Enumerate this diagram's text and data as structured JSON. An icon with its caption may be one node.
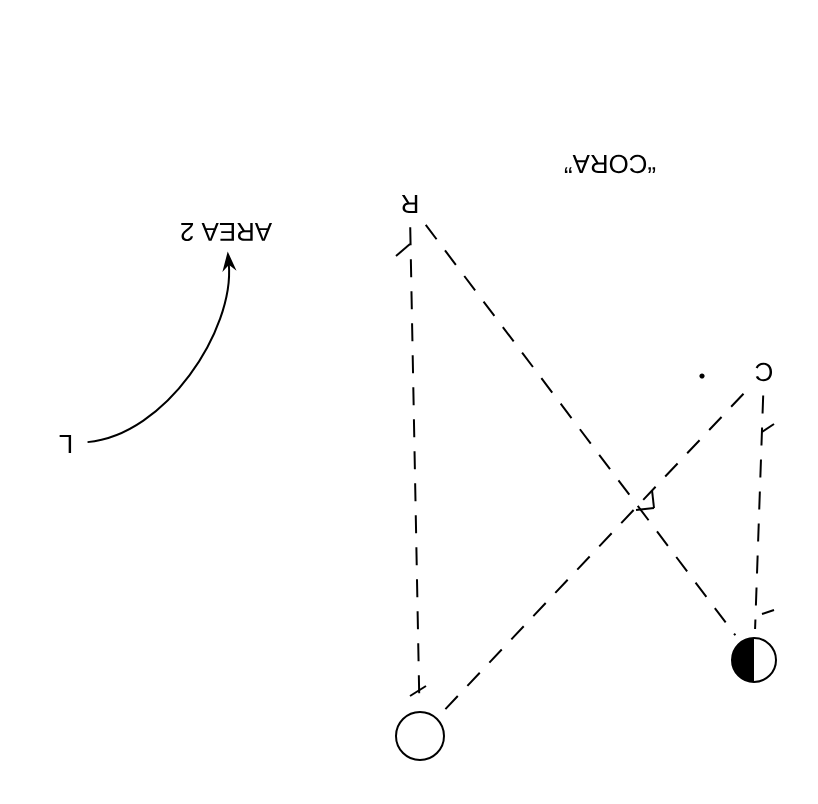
{
  "diagram": {
    "nodes": [
      {
        "text": [
          "R"
        ]
      },
      {
        "text": [
          "C"
        ]
      },
      {
        "text": [],
        "shape": "circle"
      },
      {
        "text": [],
        "shape": "circle"
      },
      {
        "text": [
          "L"
        ]
      },
      {
        "text": [
          "AREA 2"
        ]
      }
    ],
    "edges": [
      {
        "from": 0,
        "to": 2,
        "arrow": "none",
        "style": "dashed"
      },
      {
        "from": 0,
        "to": 3,
        "arrow": "none",
        "style": "dashed"
      },
      {
        "from": 2,
        "to": 1,
        "arrow": "none",
        "style": "dashed"
      },
      {
        "from": 1,
        "to": 3,
        "arrow": "none",
        "style": "dashed"
      },
      {
        "from": 4,
        "to": 5,
        "arrow": "to"
      }
    ],
    "labels": [
      "“CORA”"
    ]
  }
}
